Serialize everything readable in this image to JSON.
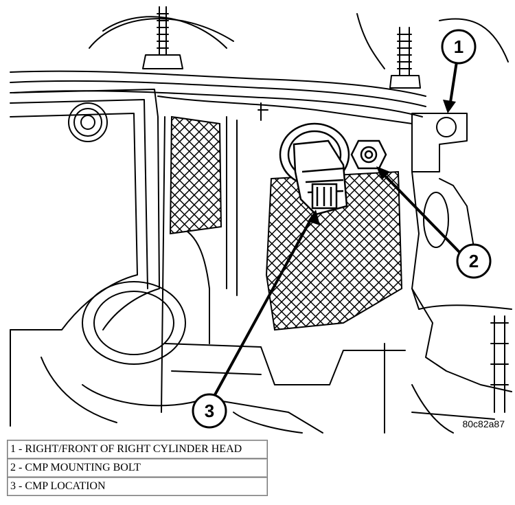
{
  "figure": {
    "code": "80c82a87",
    "callouts": [
      "1",
      "2",
      "3"
    ]
  },
  "legend": [
    {
      "text": "1 - RIGHT/FRONT OF RIGHT CYLINDER HEAD"
    },
    {
      "text": "2 - CMP MOUNTING BOLT"
    },
    {
      "text": "3 - CMP LOCATION"
    }
  ]
}
